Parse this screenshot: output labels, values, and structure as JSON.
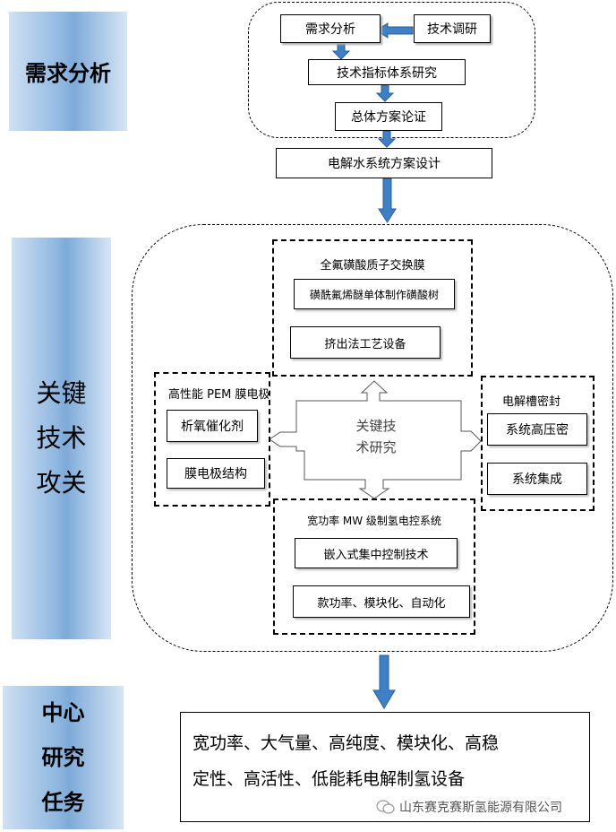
{
  "side": {
    "analysis": "需求分析",
    "key_tech": [
      "关键",
      "技术",
      "攻关"
    ],
    "center": [
      "中心",
      "研究",
      "任务"
    ]
  },
  "flow": {
    "demand": "需求分析",
    "research": "技术调研",
    "indicator": "技术指标体系研究",
    "overall": "总体方案论证",
    "design": "电解水系统方案设计"
  },
  "center_node": [
    "关键技",
    "术研究"
  ],
  "top_group": {
    "title": "全氟磺酸质子交换膜",
    "items": [
      "磺酰氟烯醚单体制作磺酸树",
      "挤出法工艺设备"
    ]
  },
  "left_group": {
    "title": "高性能 PEM 膜电极",
    "items": [
      "析氧催化剂",
      "膜电极结构"
    ]
  },
  "right_group": {
    "title": "电解槽密封",
    "items": [
      "系统高压密",
      "系统集成"
    ]
  },
  "bottom_group": {
    "title": "宽功率 MW 级制氢电控系统",
    "items": [
      "嵌入式集中控制技术",
      "款功率、模块化、自动化"
    ]
  },
  "result": [
    "宽功率、大气量、高纯度、模块化、高稳",
    "定性、高活性、低能耗电解制氢设备"
  ],
  "watermark": "山东赛克赛斯氢能源有限公司",
  "colors": {
    "arrow": "#3f7fc4",
    "side_gradient": "#8fb7e0"
  }
}
